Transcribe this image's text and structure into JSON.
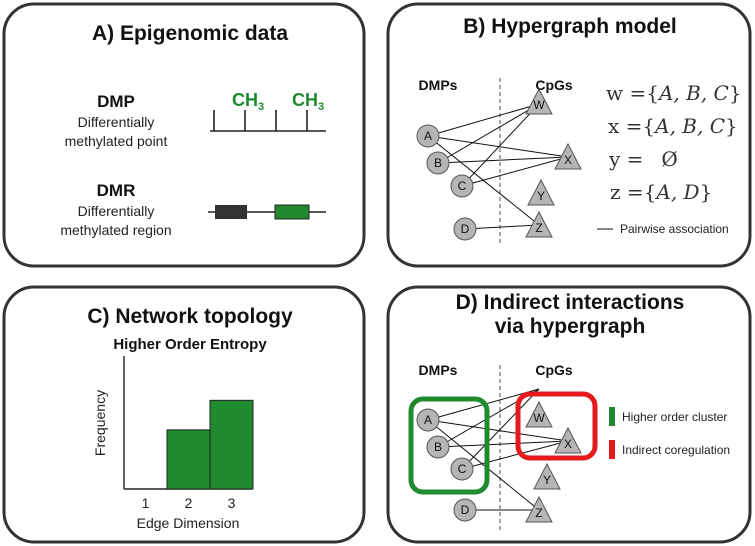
{
  "colors": {
    "green": "#1f8a2e",
    "dark": "#333333",
    "red": "#e41a1c",
    "node": "#b5b5b5"
  },
  "panelA": {
    "title": "A)  Epigenomic data",
    "dmp_label": "DMP",
    "dmp_desc1": "Differentially",
    "dmp_desc2": "methylated point",
    "ch3": "CH",
    "ch3_sub": "3",
    "dmr_label": "DMR",
    "dmr_desc1": "Differentially",
    "dmr_desc2": "methylated region"
  },
  "panelB": {
    "title": "B)  Hypergraph model",
    "left_header": "DMPs",
    "right_header": "CpGs",
    "hyperedges": [
      {
        "lhs": "w =",
        "rhs_open": "{",
        "rhs_items": "A, B, C",
        "rhs_close": "}"
      },
      {
        "lhs": "x =",
        "rhs_open": "{",
        "rhs_items": "A, B, C",
        "rhs_close": "}"
      },
      {
        "lhs": "y =",
        "rhs_open": "",
        "rhs_items": "Ø",
        "rhs_close": ""
      },
      {
        "lhs": "z =",
        "rhs_open": "{",
        "rhs_items": "A, D",
        "rhs_close": "}"
      }
    ],
    "legend_pairwise": "Pairwise association"
  },
  "panelC": {
    "title": "C)  Network topology",
    "subtitle": "Higher Order Entropy",
    "ylabel": "Frequency",
    "xlabel": "Edge Dimension"
  },
  "chart_data": {
    "type": "bar",
    "title": "Higher Order Entropy",
    "xlabel": "Edge Dimension",
    "ylabel": "Frequency",
    "categories": [
      "1",
      "2",
      "3"
    ],
    "values": [
      0,
      2,
      3
    ],
    "ylim": [
      0,
      4.5
    ]
  },
  "panelD": {
    "title_line1": "D)  Indirect interactions",
    "title_line2": "via hypergraph",
    "left_header": "DMPs",
    "right_header": "CpGs",
    "legend_green": "Higher order cluster",
    "legend_red": "Indirect coregulation"
  },
  "nodes": {
    "dmps": [
      "A",
      "B",
      "C",
      "D"
    ],
    "cpgs": [
      "W",
      "X",
      "Y",
      "Z"
    ]
  }
}
